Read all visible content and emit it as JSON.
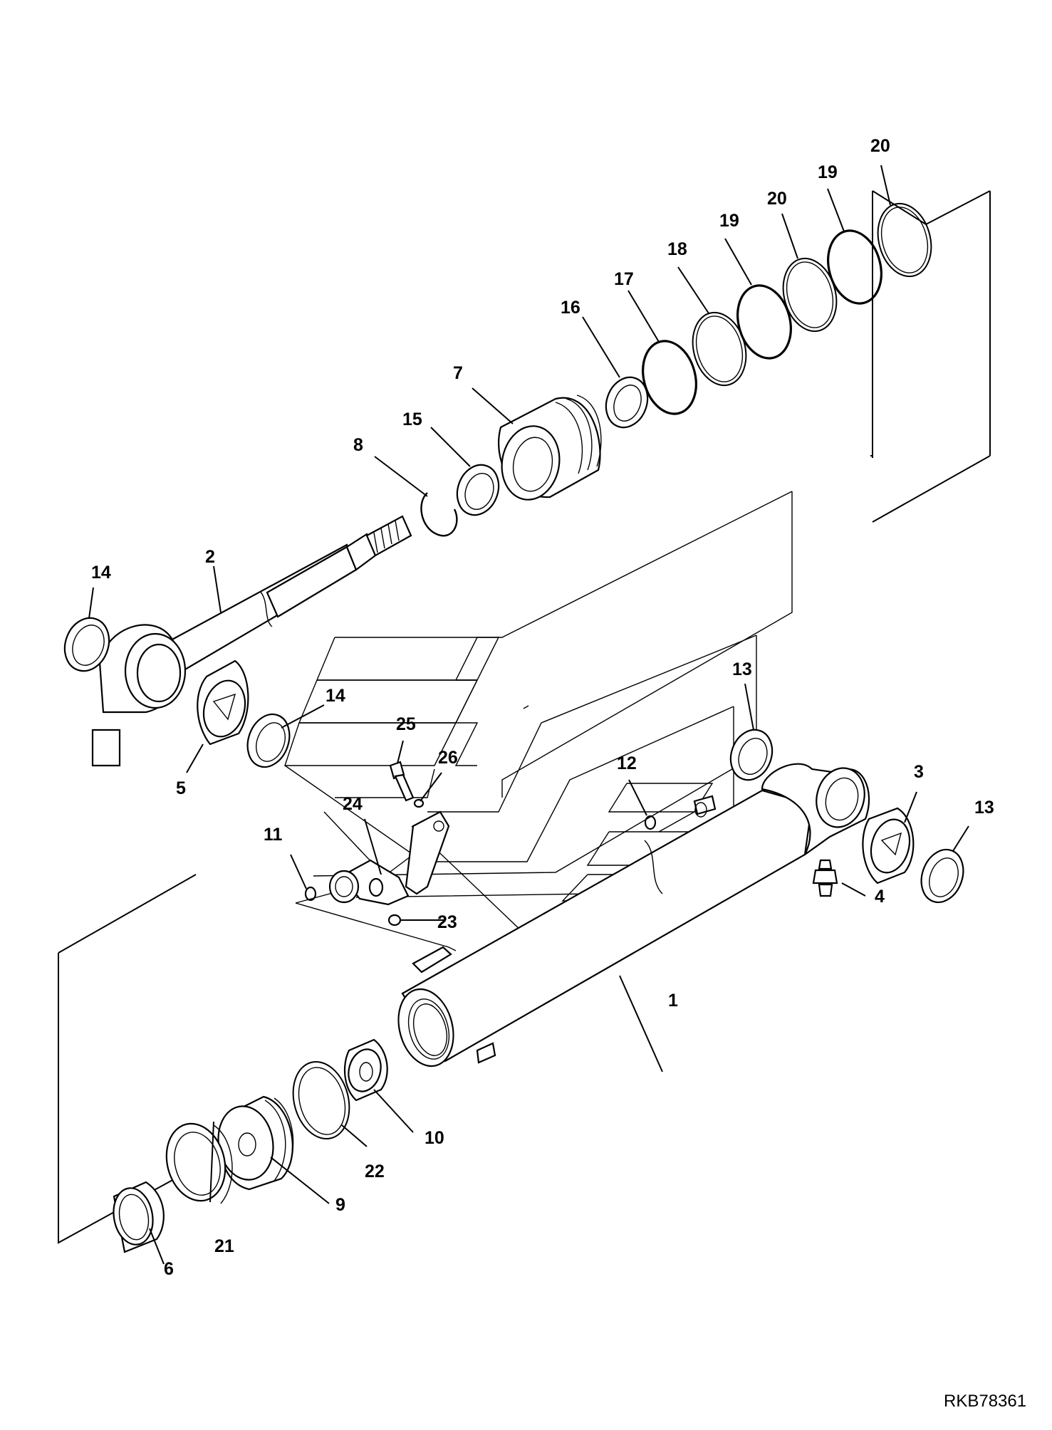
{
  "callouts": {
    "c1": "1",
    "c2": "2",
    "c3": "3",
    "c4": "4",
    "c5": "5",
    "c6": "6",
    "c7": "7",
    "c8": "8",
    "c9": "9",
    "c10": "10",
    "c11": "11",
    "c12": "12",
    "c13a": "13",
    "c13b": "13",
    "c14a": "14",
    "c14b": "14",
    "c15": "15",
    "c16": "16",
    "c17": "17",
    "c18": "18",
    "c19a": "19",
    "c19b": "19",
    "c20a": "20",
    "c20b": "20",
    "c21": "21",
    "c22": "22",
    "c23": "23",
    "c24": "24",
    "c25": "25",
    "c26": "26"
  },
  "reference_code": "RKB78361"
}
